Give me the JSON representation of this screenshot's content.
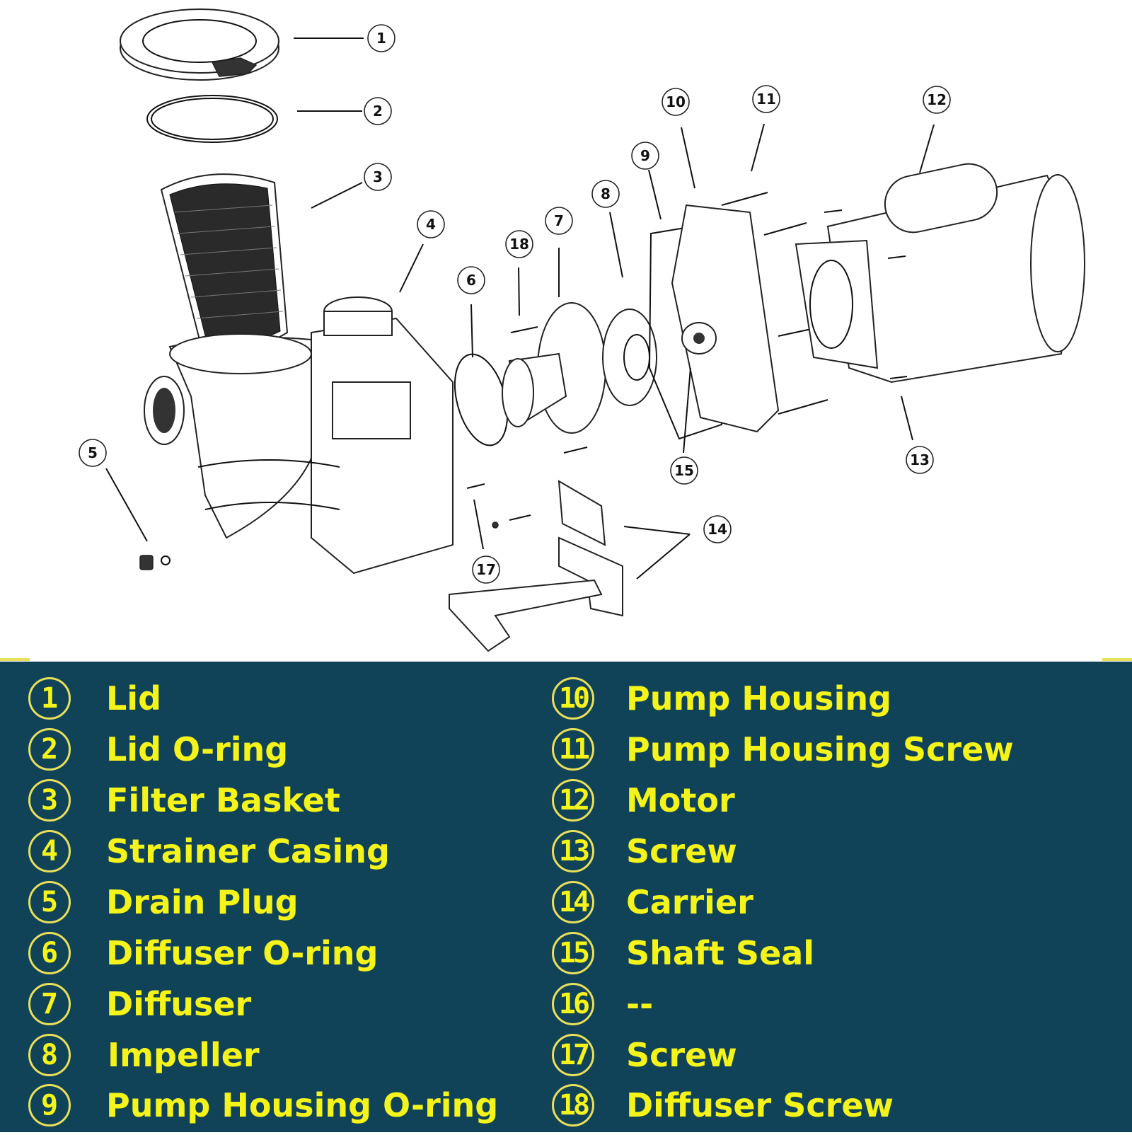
{
  "colors": {
    "legend_bg": "#114358",
    "legend_text": "#f4f31a",
    "circle_border": "#e8df5a",
    "diagram_bg": "#ffffff",
    "line": "#111111"
  },
  "callouts": [
    "1",
    "2",
    "3",
    "4",
    "5",
    "6",
    "7",
    "8",
    "9",
    "10",
    "11",
    "12",
    "13",
    "14",
    "15",
    "17",
    "18"
  ],
  "legend": {
    "left": [
      {
        "num": "1",
        "label": "Lid"
      },
      {
        "num": "2",
        "label": "Lid O-ring"
      },
      {
        "num": "3",
        "label": "Filter Basket"
      },
      {
        "num": "4",
        "label": "Strainer Casing"
      },
      {
        "num": "5",
        "label": "Drain Plug"
      },
      {
        "num": "6",
        "label": "Diffuser O-ring"
      },
      {
        "num": "7",
        "label": "Diffuser"
      },
      {
        "num": "8",
        "label": "Impeller"
      },
      {
        "num": "9",
        "label": "Pump Housing O-ring"
      }
    ],
    "right": [
      {
        "num": "10",
        "label": "Pump Housing"
      },
      {
        "num": "11",
        "label": "Pump Housing Screw"
      },
      {
        "num": "12",
        "label": "Motor"
      },
      {
        "num": "13",
        "label": "Screw"
      },
      {
        "num": "14",
        "label": "Carrier"
      },
      {
        "num": "15",
        "label": "Shaft Seal"
      },
      {
        "num": "16",
        "label": "--"
      },
      {
        "num": "17",
        "label": "Screw"
      },
      {
        "num": "18",
        "label": "Diffuser Screw"
      }
    ]
  }
}
